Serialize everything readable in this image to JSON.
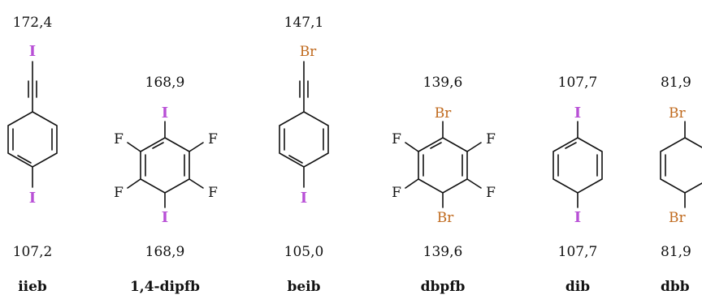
{
  "colors": {
    "iodine": "#b84fd6",
    "bromine": "#c06a1e",
    "bond": "#111111"
  },
  "molecules": [
    {
      "id": "iieb",
      "name": "iieb",
      "top_value": "172,4",
      "bottom_value": "107,2",
      "top_atom": "I",
      "bottom_atom": "I"
    },
    {
      "id": "dipfb",
      "name": "1,4-dipfb",
      "top_value": "168,9",
      "bottom_value": "168,9",
      "top_atom": "I",
      "bottom_atom": "I",
      "ring_substituent": "F"
    },
    {
      "id": "beib",
      "name": "beib",
      "top_value": "147,1",
      "bottom_value": "105,0",
      "top_atom": "Br",
      "bottom_atom": "I"
    },
    {
      "id": "dbpfb",
      "name": "dbpfb",
      "top_value": "139,6",
      "bottom_value": "139,6",
      "top_atom": "Br",
      "bottom_atom": "Br",
      "ring_substituent": "F"
    },
    {
      "id": "dib",
      "name": "dib",
      "top_value": "107,7",
      "bottom_value": "107,7",
      "top_atom": "I",
      "bottom_atom": "I"
    },
    {
      "id": "dbb",
      "name": "dbb",
      "top_value": "81,9",
      "bottom_value": "81,9",
      "top_atom": "Br",
      "bottom_atom": "Br"
    }
  ]
}
